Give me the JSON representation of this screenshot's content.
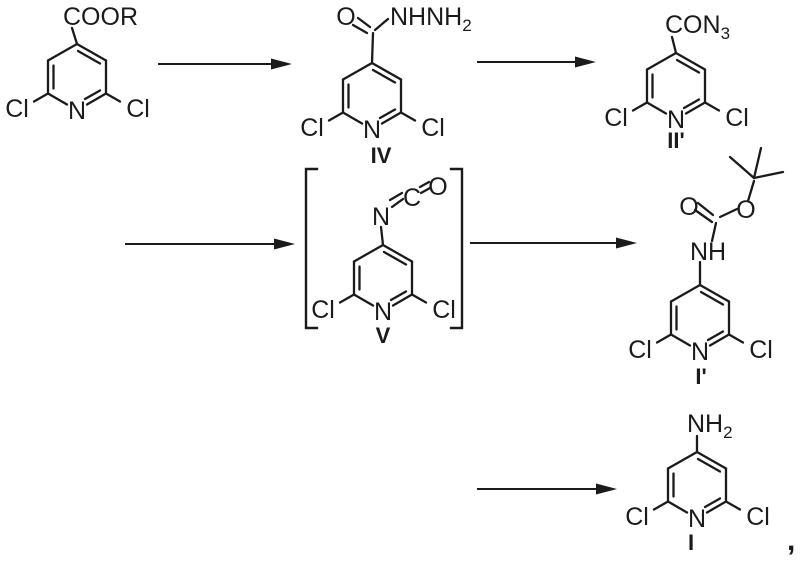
{
  "scheme": {
    "description": "Multi-step chemical synthesis scheme of 4-amino-2,6-dichloropyridine",
    "colors": {
      "ink": "#1b1b1b",
      "background": "#ffffff"
    },
    "compounds": {
      "ester": {
        "substituent": "COOR",
        "cl_left": "Cl",
        "cl_right": "Cl",
        "ring_n": "N"
      },
      "hydrazide": {
        "carbonyl_o": "O",
        "amide_text": "NHNH",
        "amide_sub": "2",
        "cl_left": "Cl",
        "cl_right": "Cl",
        "ring_n": "N",
        "id": "IV"
      },
      "acyl_azide": {
        "substituent": "CON",
        "substituent_sub": "3",
        "cl_left": "Cl",
        "cl_right": "Cl",
        "ring_n": "N",
        "id": "II'"
      },
      "isocyanate": {
        "iso_n": "N",
        "iso_c": "C",
        "iso_o": "O",
        "cl_left": "Cl",
        "cl_right": "Cl",
        "ring_n": "N",
        "id": "V"
      },
      "carbamate": {
        "nh": "NH",
        "carbonyl_o": "O",
        "ester_o": "O",
        "cl_left": "Cl",
        "cl_right": "Cl",
        "ring_n": "N",
        "id": "I'"
      },
      "amine": {
        "substituent": "NH",
        "substituent_sub": "2",
        "cl_left": "Cl",
        "cl_right": "Cl",
        "ring_n": "N",
        "id": "I"
      }
    },
    "steps": [
      {
        "from": "ester",
        "to": "hydrazide"
      },
      {
        "from": "hydrazide",
        "to": "acyl_azide"
      },
      {
        "from": "acyl_azide",
        "to": "isocyanate"
      },
      {
        "from": "isocyanate",
        "to": "carbamate"
      },
      {
        "from": "carbamate",
        "to": "amine"
      }
    ],
    "trailing_comma": ","
  }
}
